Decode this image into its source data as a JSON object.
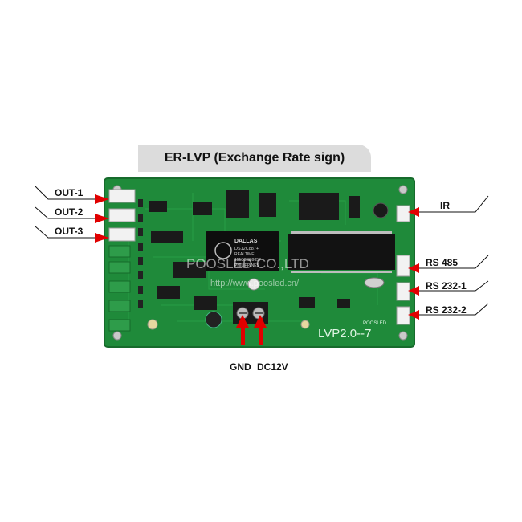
{
  "title": "ER-LVP (Exchange Rate sign)",
  "labels": {
    "out1": "OUT-1",
    "out2": "OUT-2",
    "out3": "OUT-3",
    "ir": "IR",
    "rs485": "RS 485",
    "rs232_1": "RS 232-1",
    "rs232_2": "RS 232-2",
    "gnd": "GND",
    "dc12v": "DC12V"
  },
  "board": {
    "chip_brand": "DALLAS",
    "chip_model": "DS12C887+",
    "chip_line2": "REALTIME",
    "chip_line3": "1513C 369857",
    "chip_line4": "PHILIPPINES",
    "board_version": "LVP2.0--7",
    "board_brand": "POOSLED"
  },
  "watermark": {
    "company": "POOSLED CO.,LTD",
    "url": "http://www.poosled.cn/"
  },
  "colors": {
    "pcb": "#1f8a3a",
    "arrow": "#e10000",
    "title_bg": "#dcdcdc"
  }
}
